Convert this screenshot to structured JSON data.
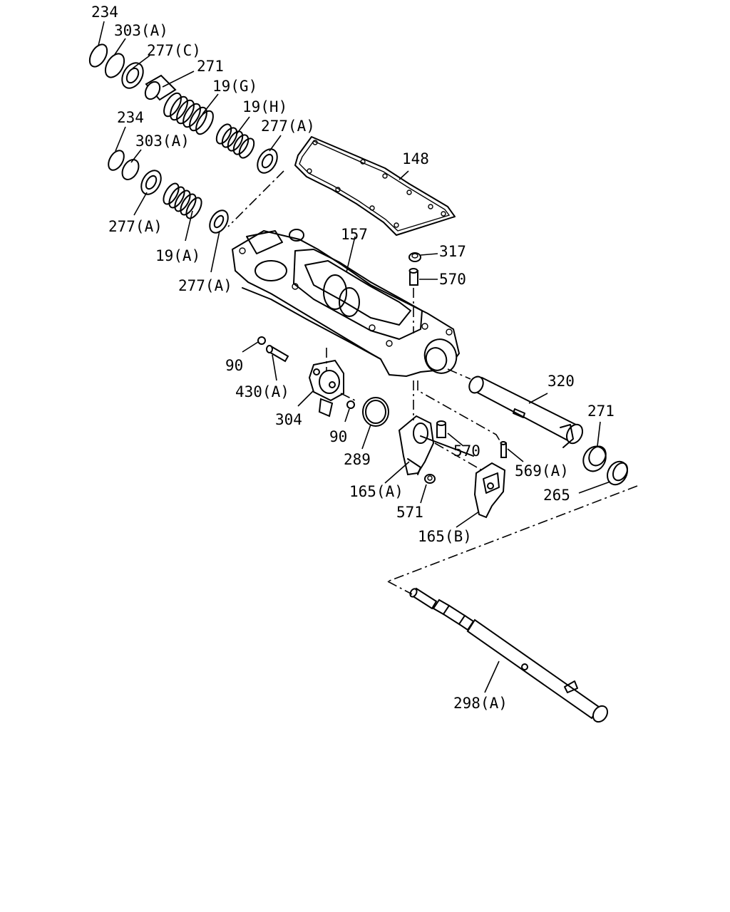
{
  "callouts": {
    "p234_top": "234",
    "p303A_top": "303(A)",
    "p277C": "277(C)",
    "p271_top": "271",
    "p19G": "19(G)",
    "p19H": "19(H)",
    "p277A_top": "277(A)",
    "p234_mid": "234",
    "p303A_mid": "303(A)",
    "p148": "148",
    "p277A_left": "277(A)",
    "p19A": "19(A)",
    "p277A_low": "277(A)",
    "p157": "157",
    "p317": "317",
    "p570_top": "570",
    "p90_top": "90",
    "p430A": "430(A)",
    "p304": "304",
    "p90_low": "90",
    "p289": "289",
    "p320": "320",
    "p271_right": "271",
    "p570_low": "570",
    "p569A": "569(A)",
    "p165A": "165(A)",
    "p265": "265",
    "p571": "571",
    "p165B": "165(B)",
    "p298A": "298(A)"
  }
}
